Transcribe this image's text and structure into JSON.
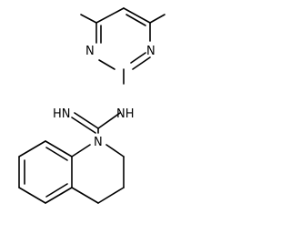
{
  "molecule": {
    "atom_labels": {
      "pyrimidine_n_left": "N",
      "pyrimidine_n_right": "N",
      "amine_nh": "NH",
      "imine_hn": "HN",
      "quinoline_n": "N"
    }
  },
  "colors": {
    "bond": "#000000",
    "text": "#000000",
    "background": "#ffffff"
  }
}
